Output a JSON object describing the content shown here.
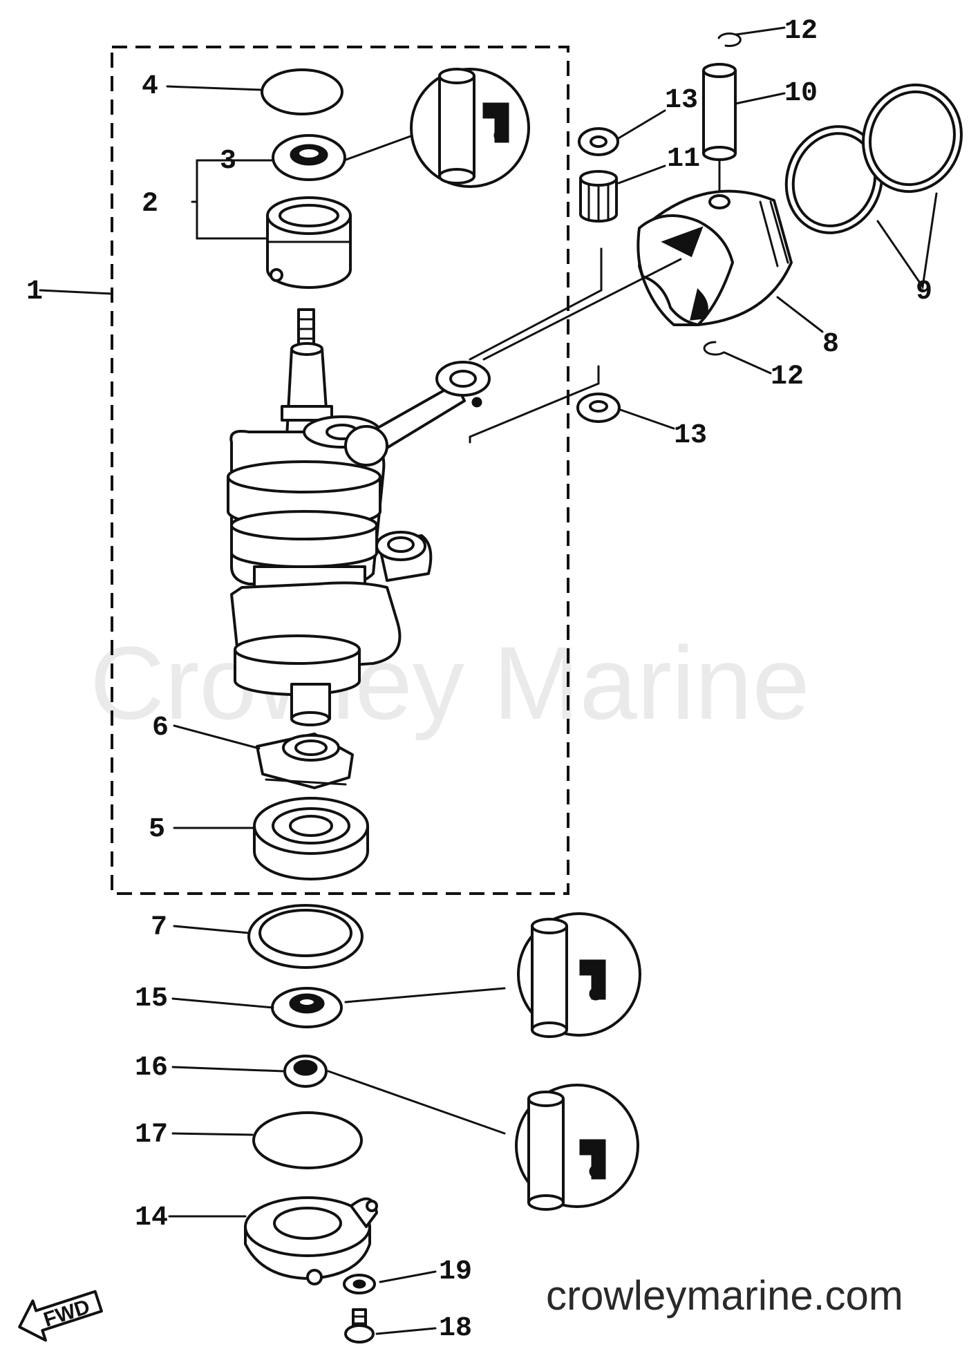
{
  "callouts": [
    {
      "id": "1",
      "label": "1"
    },
    {
      "id": "2",
      "label": "2"
    },
    {
      "id": "3",
      "label": "3"
    },
    {
      "id": "4",
      "label": "4"
    },
    {
      "id": "5",
      "label": "5"
    },
    {
      "id": "6",
      "label": "6"
    },
    {
      "id": "7",
      "label": "7"
    },
    {
      "id": "8",
      "label": "8"
    },
    {
      "id": "9",
      "label": "9"
    },
    {
      "id": "10",
      "label": "10"
    },
    {
      "id": "11",
      "label": "11"
    },
    {
      "id": "12a",
      "label": "12"
    },
    {
      "id": "12b",
      "label": "12"
    },
    {
      "id": "13a",
      "label": "13"
    },
    {
      "id": "13b",
      "label": "13"
    },
    {
      "id": "14",
      "label": "14"
    },
    {
      "id": "15",
      "label": "15"
    },
    {
      "id": "16",
      "label": "16"
    },
    {
      "id": "17",
      "label": "17"
    },
    {
      "id": "18",
      "label": "18"
    },
    {
      "id": "19",
      "label": "19"
    }
  ],
  "direction_badge": "FWD",
  "watermark": "Crowley Marine",
  "website": "crowleymarine.com",
  "colors": {
    "ink": "#111111",
    "background": "#ffffff",
    "watermark": "#d9d9d9"
  }
}
